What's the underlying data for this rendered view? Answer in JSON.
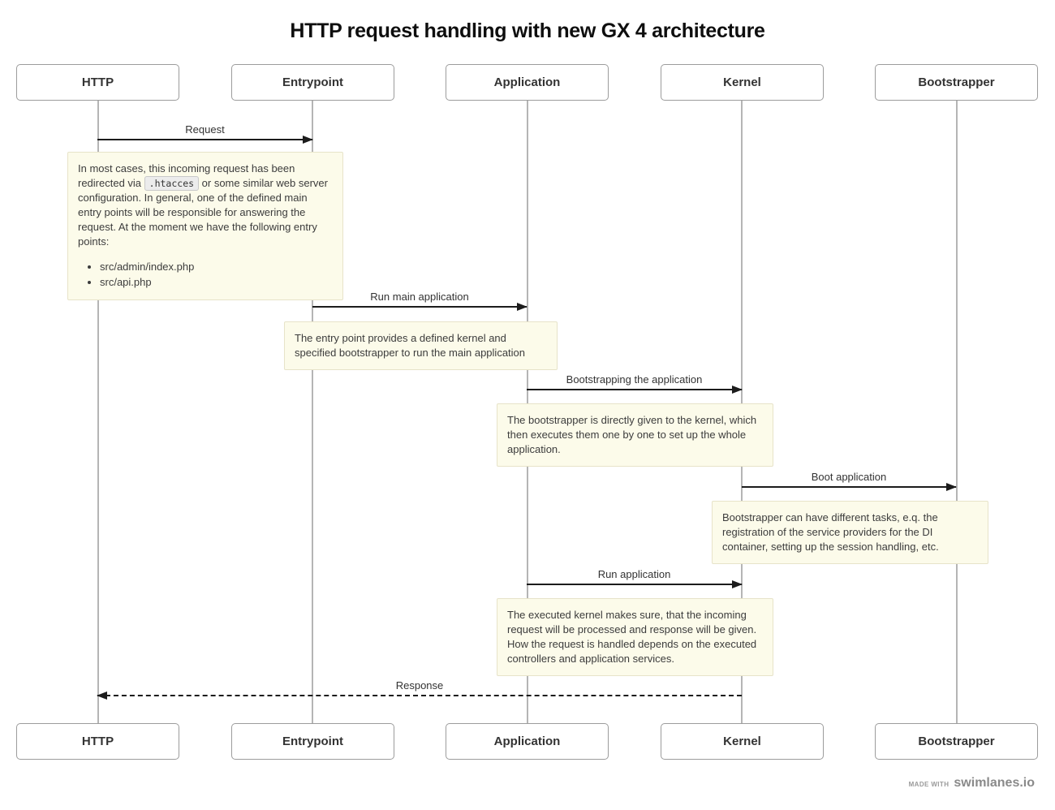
{
  "title": "HTTP request handling with new GX 4 architecture",
  "actors": [
    {
      "label": "HTTP"
    },
    {
      "label": "Entrypoint"
    },
    {
      "label": "Application"
    },
    {
      "label": "Kernel"
    },
    {
      "label": "Bootstrapper"
    }
  ],
  "messages": [
    {
      "label": "Request",
      "from": "HTTP",
      "to": "Entrypoint",
      "line": "solid",
      "direction": "right"
    },
    {
      "label": "Run main application",
      "from": "Entrypoint",
      "to": "Application",
      "line": "solid",
      "direction": "right"
    },
    {
      "label": "Bootstrapping the application",
      "from": "Application",
      "to": "Kernel",
      "line": "solid",
      "direction": "right"
    },
    {
      "label": "Boot application",
      "from": "Kernel",
      "to": "Bootstrapper",
      "line": "solid",
      "direction": "right"
    },
    {
      "label": "Run application",
      "from": "Application",
      "to": "Kernel",
      "line": "solid",
      "direction": "right"
    },
    {
      "label": "Response",
      "from": "Kernel",
      "to": "HTTP",
      "line": "dashed",
      "direction": "left"
    }
  ],
  "notes": [
    {
      "text_before_code": "In most cases, this incoming request has been redirected via ",
      "code": ".htacces",
      "text_after_code": " or some similar web server configuration. In general, one of the defined main entry points will be responsible for answering the request. At the moment we have the following entry points:",
      "bullets": [
        "src/admin/index.php",
        "src/api.php"
      ]
    },
    {
      "text": "The entry point provides a defined kernel and specified bootstrapper to run the main application"
    },
    {
      "text": "The bootstrapper is directly given to the kernel, which then executes them one by one to set up the whole application."
    },
    {
      "text": "Bootstrapper can have different tasks, e.q. the registration of the service providers for the DI container, setting up the session handling, etc."
    },
    {
      "text": "The executed kernel makes sure, that the incoming request will be processed and response will be given. How the request is handled depends on the executed controllers and application services."
    }
  ],
  "footer": {
    "made_with_label": "MADE WITH",
    "brand": "swimlanes.io"
  },
  "colors": {
    "note_background": "#fcfbea",
    "note_border": "#e7e3c9",
    "actor_border": "#9c9c9c",
    "lifeline": "#b5b5b5",
    "arrow": "#1c1c1c",
    "label_text": "#333333",
    "footer_text": "#8a8a8a"
  }
}
